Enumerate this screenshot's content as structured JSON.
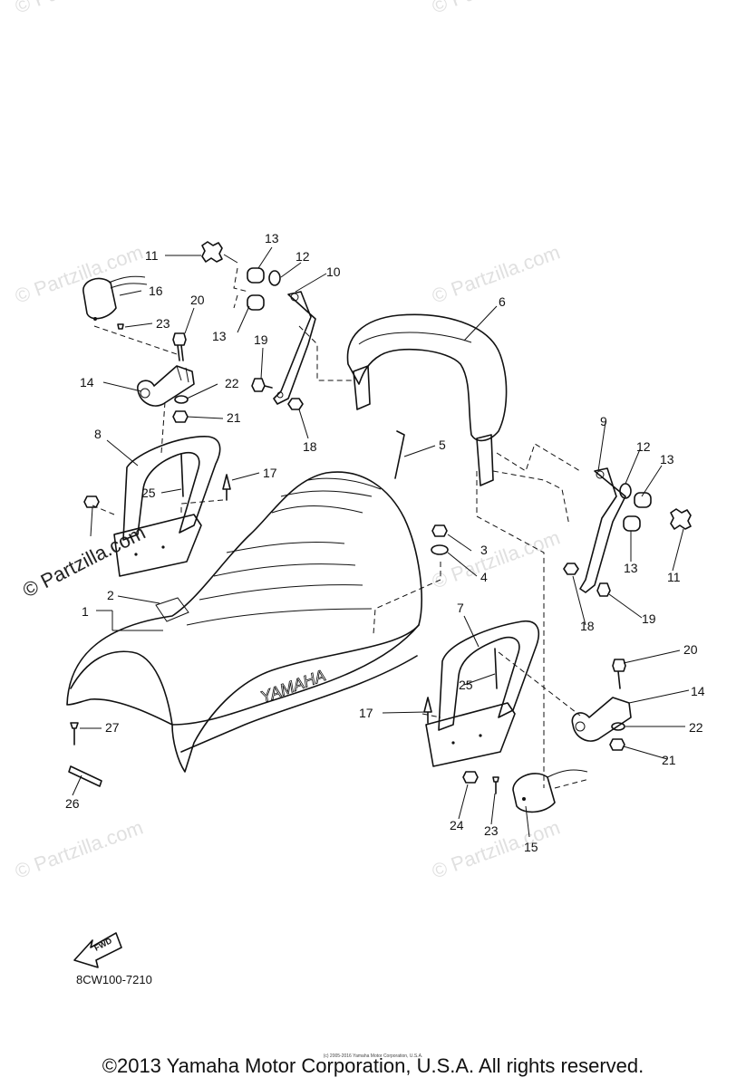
{
  "watermark": "© Partzilla.com",
  "callouts": [
    "1",
    "2",
    "3",
    "4",
    "5",
    "6",
    "7",
    "8",
    "9",
    "10",
    "11",
    "11",
    "12",
    "12",
    "13",
    "13",
    "13",
    "13",
    "14",
    "14",
    "15",
    "16",
    "17",
    "17",
    "18",
    "18",
    "19",
    "19",
    "20",
    "20",
    "21",
    "21",
    "22",
    "22",
    "23",
    "23",
    "24",
    "25",
    "25",
    "26",
    "27"
  ],
  "seat_brand": "YAMAHA",
  "fwd_label": "FWD",
  "diagram_code": "8CW100-7210",
  "tiny_copyright": "(c) 2005-2016 Yamaha Motor Corporation, U.S.A.",
  "copyright": "©2013 Yamaha Motor Corporation, U.S.A. All rights reserved."
}
